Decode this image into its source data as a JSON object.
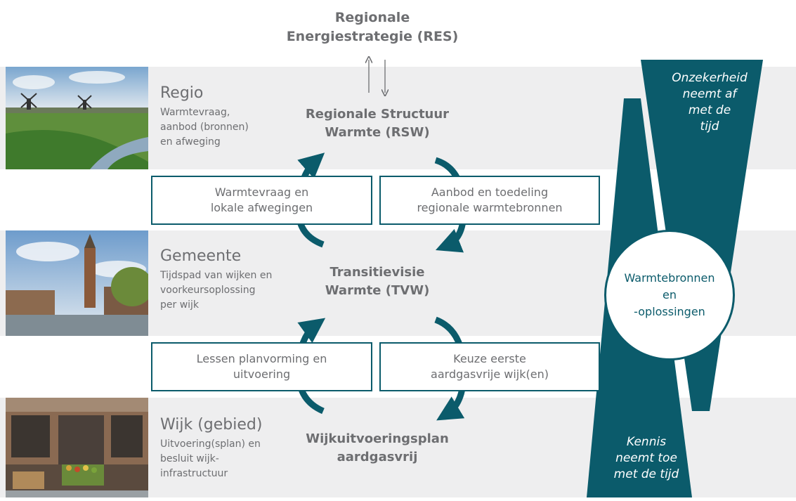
{
  "top": {
    "title_line1": "Regionale",
    "title_line2": "Energiestrategie (RES)"
  },
  "levels": [
    {
      "name": "Regio",
      "desc": [
        "Warmtevraag,",
        "aanbod (bronnen)",
        "en afweging"
      ],
      "center": [
        "Regionale Structuur",
        "Warmte (RSW)"
      ]
    },
    {
      "name": "Gemeente",
      "desc": [
        "Tijdspad van wijken en",
        "voorkeursoplossing",
        "per wijk"
      ],
      "center": [
        "Transitievisie",
        "Warmte (TVW)"
      ]
    },
    {
      "name": "Wijk (gebied)",
      "desc": [
        "Uitvoering(splan) en",
        "besluit wijk-",
        "infrastructuur"
      ],
      "center": [
        "Wijkuitvoeringsplan",
        "aardgasvrij"
      ]
    }
  ],
  "boxes": {
    "upper_left": [
      "Warmtevraag en",
      "lokale afwegingen"
    ],
    "upper_right": [
      "Aanbod en toedeling",
      "regionale warmtebronnen"
    ],
    "lower_left": [
      "Lessen planvorming en",
      "uitvoering"
    ],
    "lower_right": [
      "Keuze eerste",
      "aardgasvrije wijk(en)"
    ]
  },
  "side": {
    "top": [
      "Onzekerheid",
      "neemt af",
      "met de",
      "tijd"
    ],
    "bottom": [
      "Kennis",
      "neemt toe",
      "met de tijd"
    ],
    "circle": [
      "Warmtebronnen",
      "en",
      "-oplossingen"
    ]
  },
  "colors": {
    "accent": "#0b5b6b",
    "text": "#6d6e71",
    "band": "#eeeeef"
  }
}
